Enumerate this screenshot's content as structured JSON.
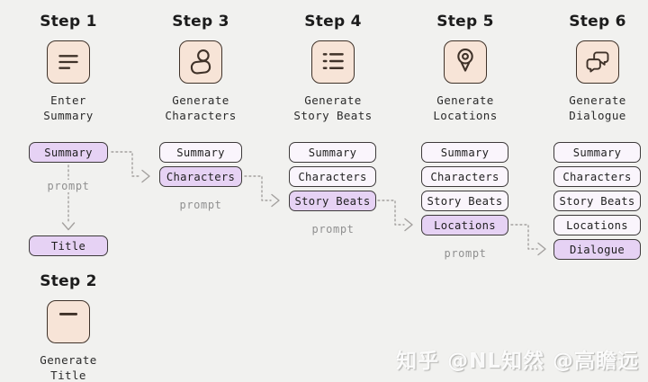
{
  "background_color": "#f1f1ef",
  "palette": {
    "icon_tile_fill": "#f7e4d7",
    "icon_stroke": "#3f3229",
    "box_highlight_fill": "#e6d2f4",
    "box_light_fill": "#faf5fc",
    "box_border": "#3d3a3a",
    "arrow_color": "#a3a09e",
    "prompt_text": "#909090"
  },
  "step_blocks": [
    {
      "title": "Step 1",
      "caption_line1": "Enter",
      "caption_line2": "Summary",
      "icon": "document-text-icon"
    },
    {
      "title": "Step 3",
      "caption_line1": "Generate",
      "caption_line2": "Characters",
      "icon": "person-icon"
    },
    {
      "title": "Step 4",
      "caption_line1": "Generate",
      "caption_line2": "Story Beats",
      "icon": "bulleted-list-icon"
    },
    {
      "title": "Step 5",
      "caption_line1": "Generate",
      "caption_line2": "Locations",
      "icon": "location-pin-icon"
    },
    {
      "title": "Step 6",
      "caption_line1": "Generate",
      "caption_line2": "Dialogue",
      "icon": "speech-bubbles-icon"
    },
    {
      "title": "Step 2",
      "caption_line1": "Generate",
      "caption_line2": "Title",
      "icon": "title-bar-icon"
    }
  ],
  "stacks": [
    {
      "boxes": [
        {
          "label": "Summary",
          "highlighted": true
        }
      ],
      "prompt": "prompt",
      "output_box": {
        "label": "Title",
        "highlighted": true
      }
    },
    {
      "boxes": [
        {
          "label": "Summary",
          "highlighted": false
        },
        {
          "label": "Characters",
          "highlighted": true
        }
      ],
      "prompt": "prompt"
    },
    {
      "boxes": [
        {
          "label": "Summary",
          "highlighted": false
        },
        {
          "label": "Characters",
          "highlighted": false
        },
        {
          "label": "Story Beats",
          "highlighted": true
        }
      ],
      "prompt": "prompt"
    },
    {
      "boxes": [
        {
          "label": "Summary",
          "highlighted": false
        },
        {
          "label": "Characters",
          "highlighted": false
        },
        {
          "label": "Story Beats",
          "highlighted": false
        },
        {
          "label": "Locations",
          "highlighted": true
        }
      ],
      "prompt": "prompt"
    },
    {
      "boxes": [
        {
          "label": "Summary",
          "highlighted": false
        },
        {
          "label": "Characters",
          "highlighted": false
        },
        {
          "label": "Story Beats",
          "highlighted": false
        },
        {
          "label": "Locations",
          "highlighted": false
        },
        {
          "label": "Dialogue",
          "highlighted": true
        }
      ]
    }
  ],
  "watermark": "知乎 @NL知然 @高瞻远"
}
